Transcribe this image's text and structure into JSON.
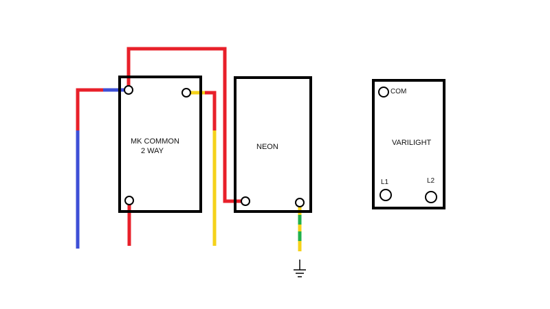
{
  "components": {
    "mk_common": {
      "line1": "MK COMMON",
      "line2": "2 WAY"
    },
    "neon": {
      "label": "NEON"
    },
    "varilight": {
      "label": "VARILIGHT",
      "com": "COM",
      "l1": "L1",
      "l2": "L2"
    }
  },
  "colors": {
    "red": "#e8202a",
    "blue": "#3d4fd6",
    "yellow": "#f5d21a",
    "green": "#22b14c",
    "outline": "#000000"
  },
  "symbols": [
    "earth-ground-icon"
  ]
}
